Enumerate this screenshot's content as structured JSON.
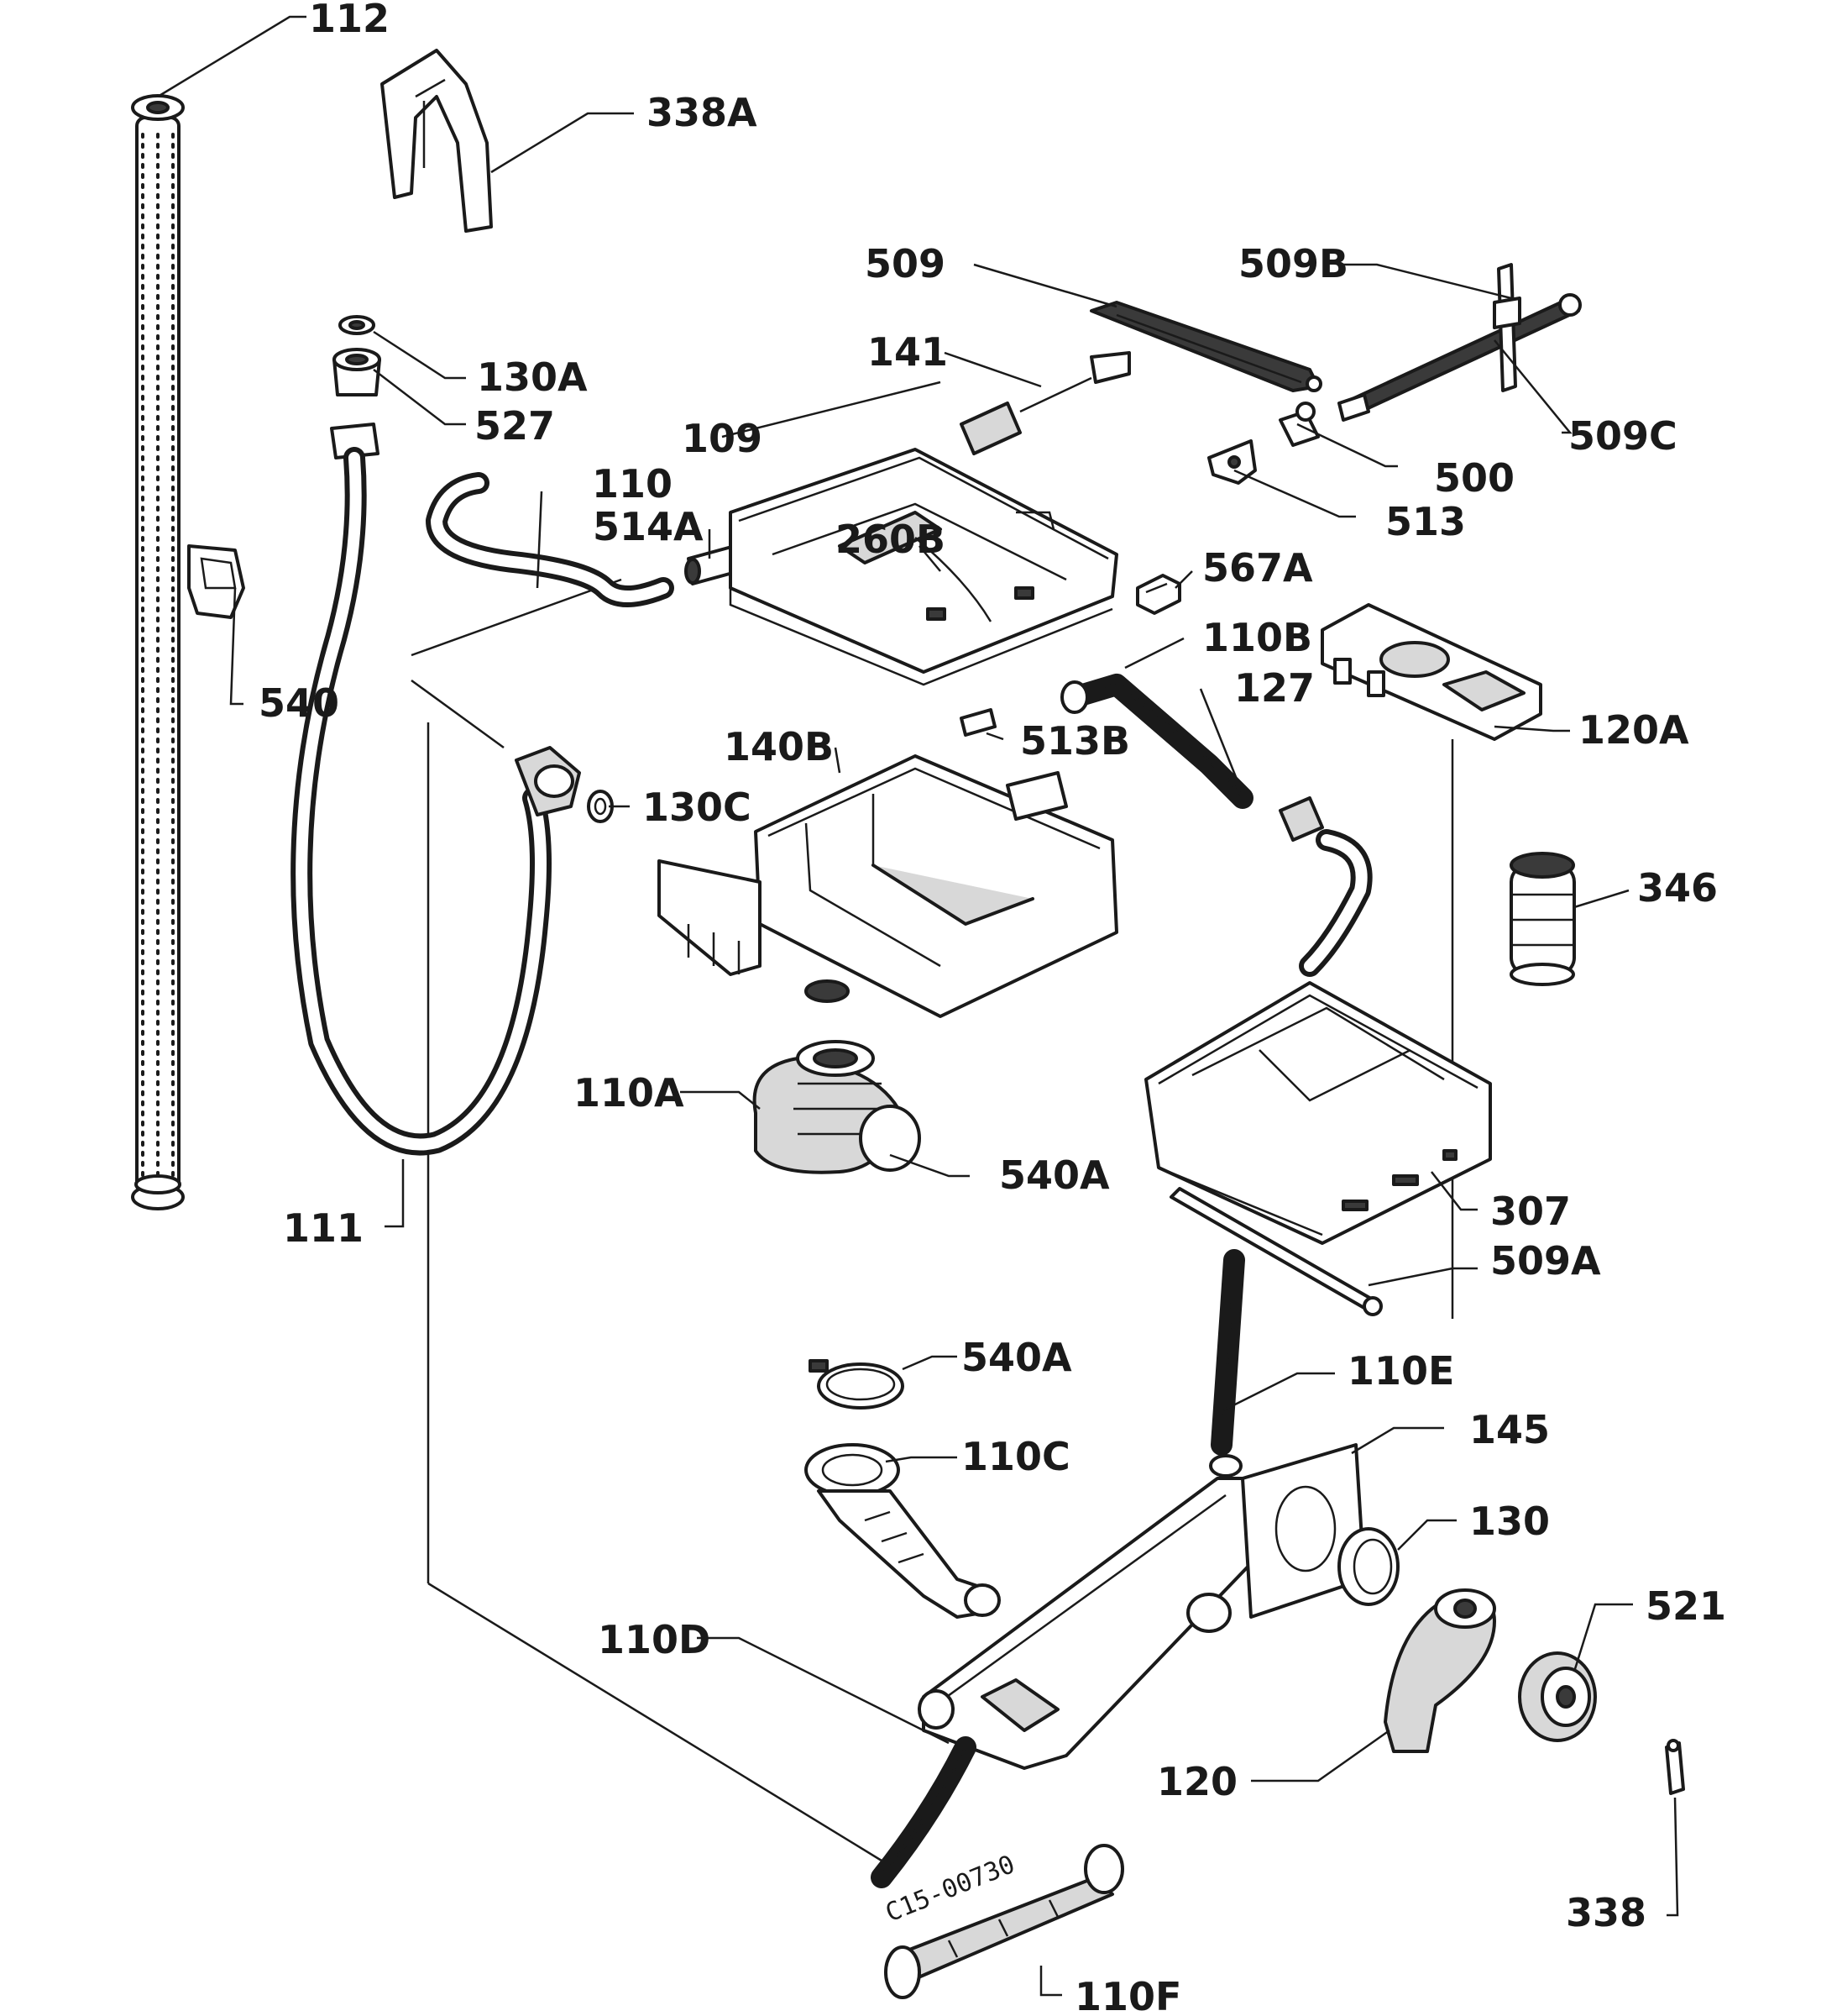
{
  "diagram": {
    "parts": [
      {
        "id": "p112",
        "label": "112"
      },
      {
        "id": "p338a",
        "label": "338A"
      },
      {
        "id": "p509",
        "label": "509"
      },
      {
        "id": "p509b",
        "label": "509B"
      },
      {
        "id": "p141",
        "label": "141"
      },
      {
        "id": "p130a",
        "label": "130A"
      },
      {
        "id": "p527",
        "label": "527"
      },
      {
        "id": "p509c",
        "label": "509C"
      },
      {
        "id": "p109",
        "label": "109"
      },
      {
        "id": "p500",
        "label": "500"
      },
      {
        "id": "p110",
        "label": "110"
      },
      {
        "id": "p513",
        "label": "513"
      },
      {
        "id": "p514a",
        "label": "514A"
      },
      {
        "id": "p260b",
        "label": "260B"
      },
      {
        "id": "p567a",
        "label": "567A"
      },
      {
        "id": "p110b",
        "label": "110B"
      },
      {
        "id": "p127",
        "label": "127"
      },
      {
        "id": "p540",
        "label": "540"
      },
      {
        "id": "p140b",
        "label": "140B"
      },
      {
        "id": "p513b",
        "label": "513B"
      },
      {
        "id": "p120a",
        "label": "120A"
      },
      {
        "id": "p130c",
        "label": "130C"
      },
      {
        "id": "p346",
        "label": "346"
      },
      {
        "id": "p110a",
        "label": "110A"
      },
      {
        "id": "p540a_top",
        "label": "540A"
      },
      {
        "id": "p307",
        "label": "307"
      },
      {
        "id": "p111",
        "label": "111"
      },
      {
        "id": "p509a",
        "label": "509A"
      },
      {
        "id": "p540a_bottom",
        "label": "540A"
      },
      {
        "id": "p110e",
        "label": "110E"
      },
      {
        "id": "p145",
        "label": "145"
      },
      {
        "id": "p110c",
        "label": "110C"
      },
      {
        "id": "p130",
        "label": "130"
      },
      {
        "id": "p521",
        "label": "521"
      },
      {
        "id": "p110d",
        "label": "110D"
      },
      {
        "id": "p120",
        "label": "120"
      },
      {
        "id": "p338",
        "label": "338"
      },
      {
        "id": "p110f",
        "label": "110F"
      }
    ],
    "drawing_code": "C15-00730"
  }
}
